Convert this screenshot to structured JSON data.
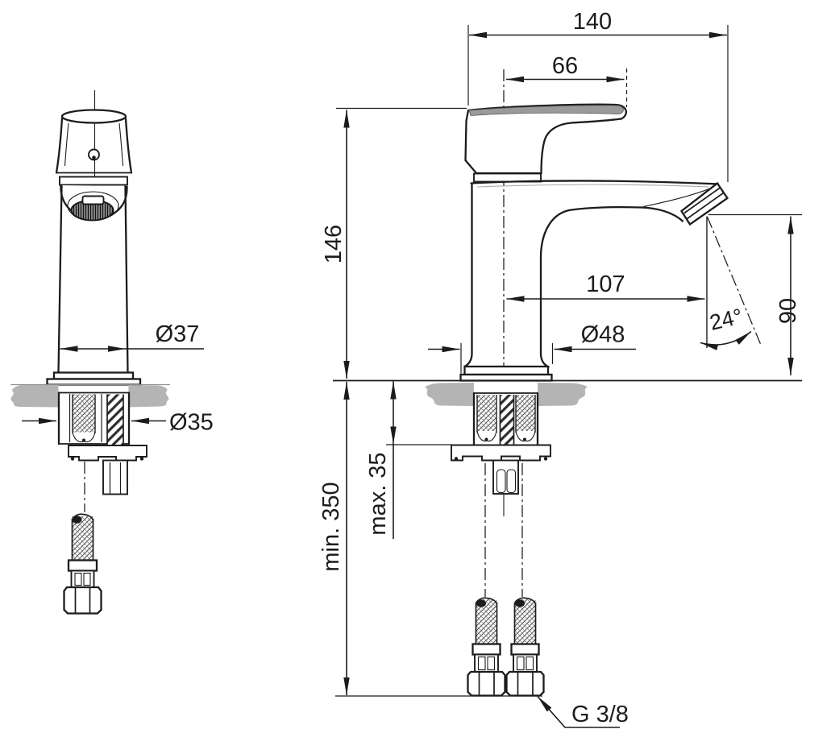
{
  "colors": {
    "line": "#1c1c1c",
    "countertop": "#b4b4b4",
    "handle_shade": "#9a9a9a"
  },
  "views": {
    "front": {
      "dims": {
        "body_diameter": "Ø37",
        "shank_diameter": "Ø35"
      }
    },
    "side": {
      "dims": {
        "overall_depth": "140",
        "handle_length": "66",
        "spout_height": "146",
        "spout_reach": "107",
        "base_diameter": "Ø48",
        "spout_angle": "24°",
        "outlet_height": "90",
        "deck_thickness": "max. 35",
        "hose_length": "min. 350",
        "connection_thread": "G 3/8"
      }
    }
  }
}
